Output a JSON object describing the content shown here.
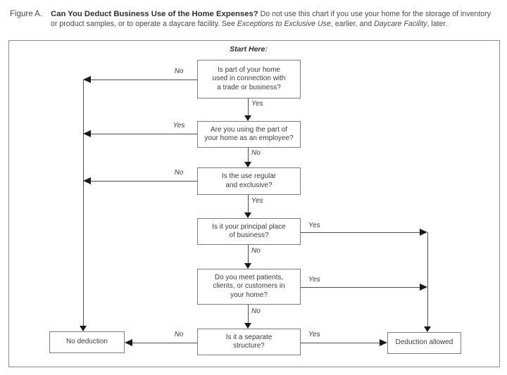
{
  "header": {
    "figure_label": "Figure A.",
    "title": "Can You Deduct Business Use of the Home Expenses?",
    "desc_1": " Do not use this chart if you use your home for the storage of inventory or product samples, or to operate a daycare facility. See ",
    "desc_italic_1": "Exceptions to Exclusive Use",
    "desc_2": ", earlier, and ",
    "desc_italic_2": "Daycare Facility",
    "desc_3": ", later."
  },
  "flowchart": {
    "start_here": "Start Here:",
    "nodes": {
      "q1": "Is part of your home\nused in connection with\na trade or business?",
      "q2": "Are you using the part of\nyour home as an employee?",
      "q3": "Is the use regular\nand exclusive?",
      "q4": "Is it your principal place\nof business?",
      "q5": "Do you meet patients,\nclients, or customers in\nyour home?",
      "q6": "Is it a separate\nstructure?",
      "no_deduction": "No deduction",
      "deduction_allowed": "Deduction allowed"
    },
    "edges": {
      "q1_no": "No",
      "q1_yes": "Yes",
      "q2_yes": "Yes",
      "q2_no": "No",
      "q3_no": "No",
      "q3_yes": "Yes",
      "q4_yes": "Yes",
      "q4_no": "No",
      "q5_yes": "Yes",
      "q5_no": "No",
      "q6_no": "No",
      "q6_yes": "Yes"
    }
  },
  "colors": {
    "bg": "#ffffff",
    "box_border": "#7d7d7d",
    "line": "#4d4d4d",
    "arrowhead": "#1a1a1a",
    "text": "#3b3b3b"
  }
}
